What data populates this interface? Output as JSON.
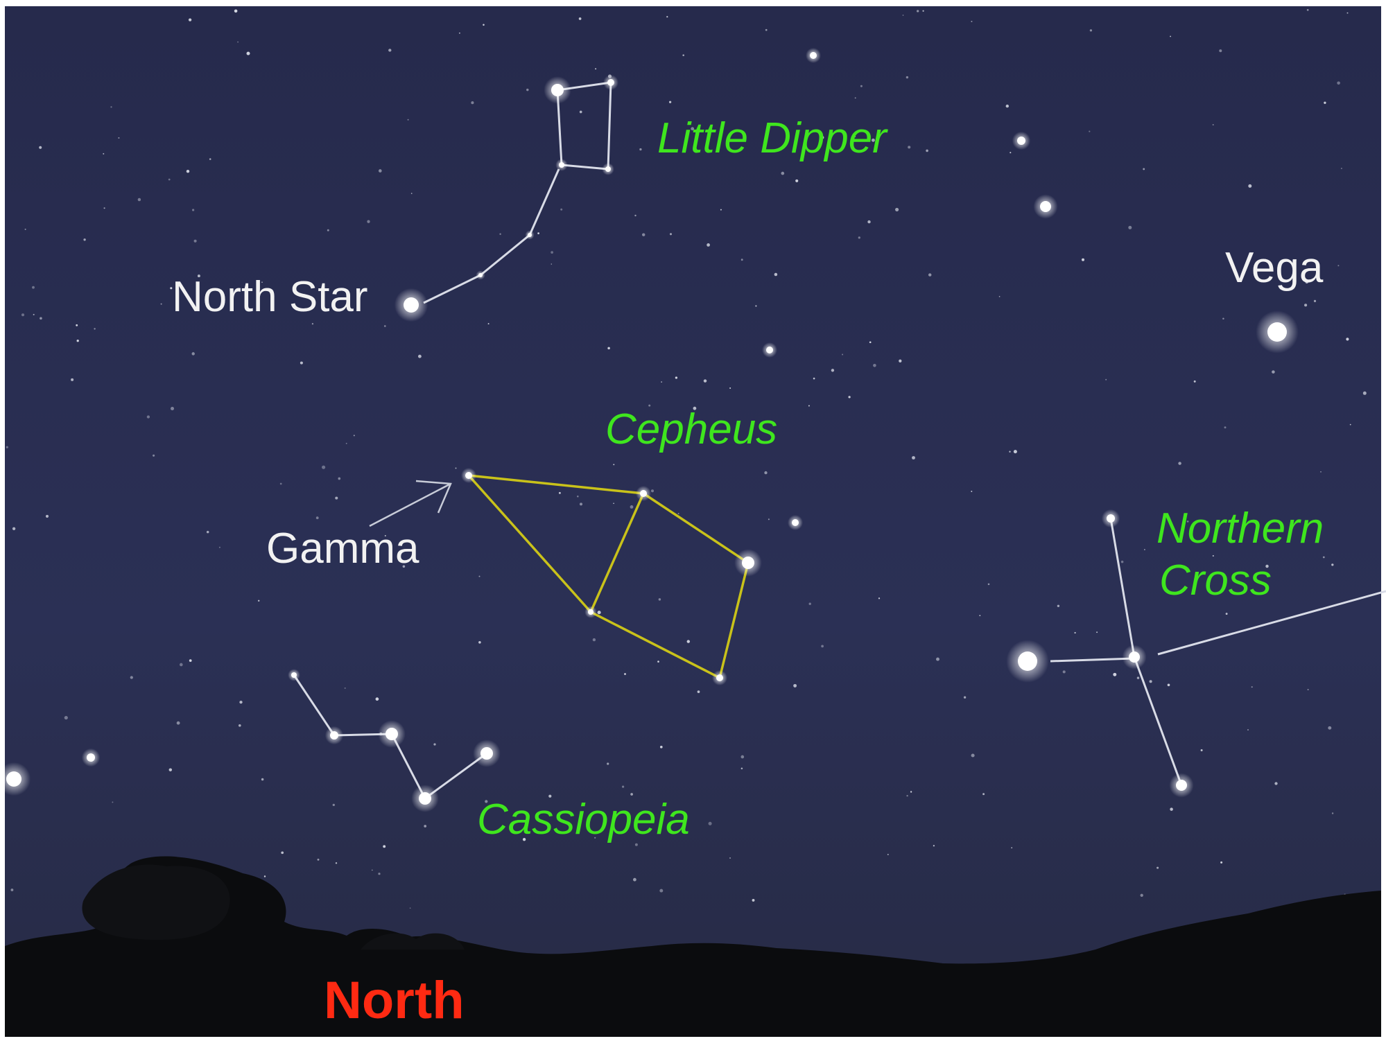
{
  "image": {
    "content": "Night sky star chart facing north, with labeled constellations and stars above a silhouetted horizon of trees and hills"
  },
  "labels": {
    "little_dipper": "Little Dipper",
    "north_star": "North Star",
    "vega": "Vega",
    "cepheus": "Cepheus",
    "gamma": "Gamma",
    "northern_cross_line1": "Northern",
    "northern_cross_line2": "Cross",
    "cassiopeia": "Cassiopeia",
    "north": "North"
  },
  "colors": {
    "sky": "#2a2f54",
    "constellation_label": "#3fe61e",
    "star_label": "#f2f2f2",
    "direction_label": "#ff2a12",
    "cepheus_lines": "#c9c21a",
    "other_lines": "#d8dbe6",
    "horizon": "#0b0c0e"
  },
  "icons": [
    "star-icon",
    "arrow-icon"
  ]
}
